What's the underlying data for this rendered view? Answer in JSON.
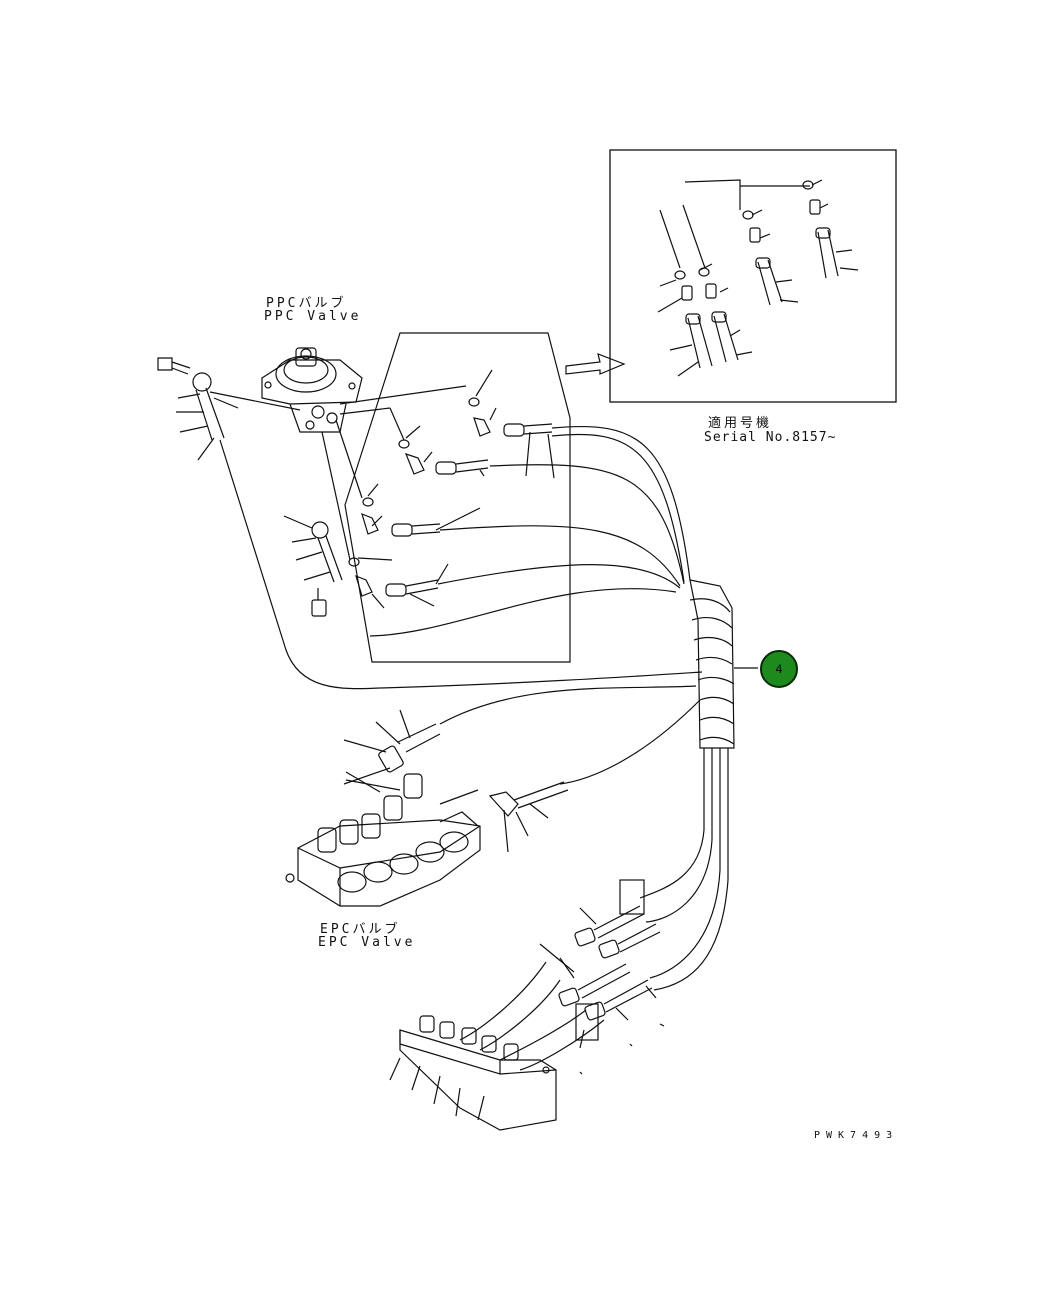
{
  "labels": {
    "ppc_jp": "PPCバルブ",
    "ppc_en": "PPC Valve",
    "epc_jp": "EPCバルブ",
    "epc_en": "EPC Valve",
    "serial_jp": "適用号機",
    "serial_en": "Serial No.8157~",
    "drawing_id": "PWK7493"
  },
  "callouts": [
    {
      "number": "4",
      "color": "#1e8a1e"
    }
  ]
}
